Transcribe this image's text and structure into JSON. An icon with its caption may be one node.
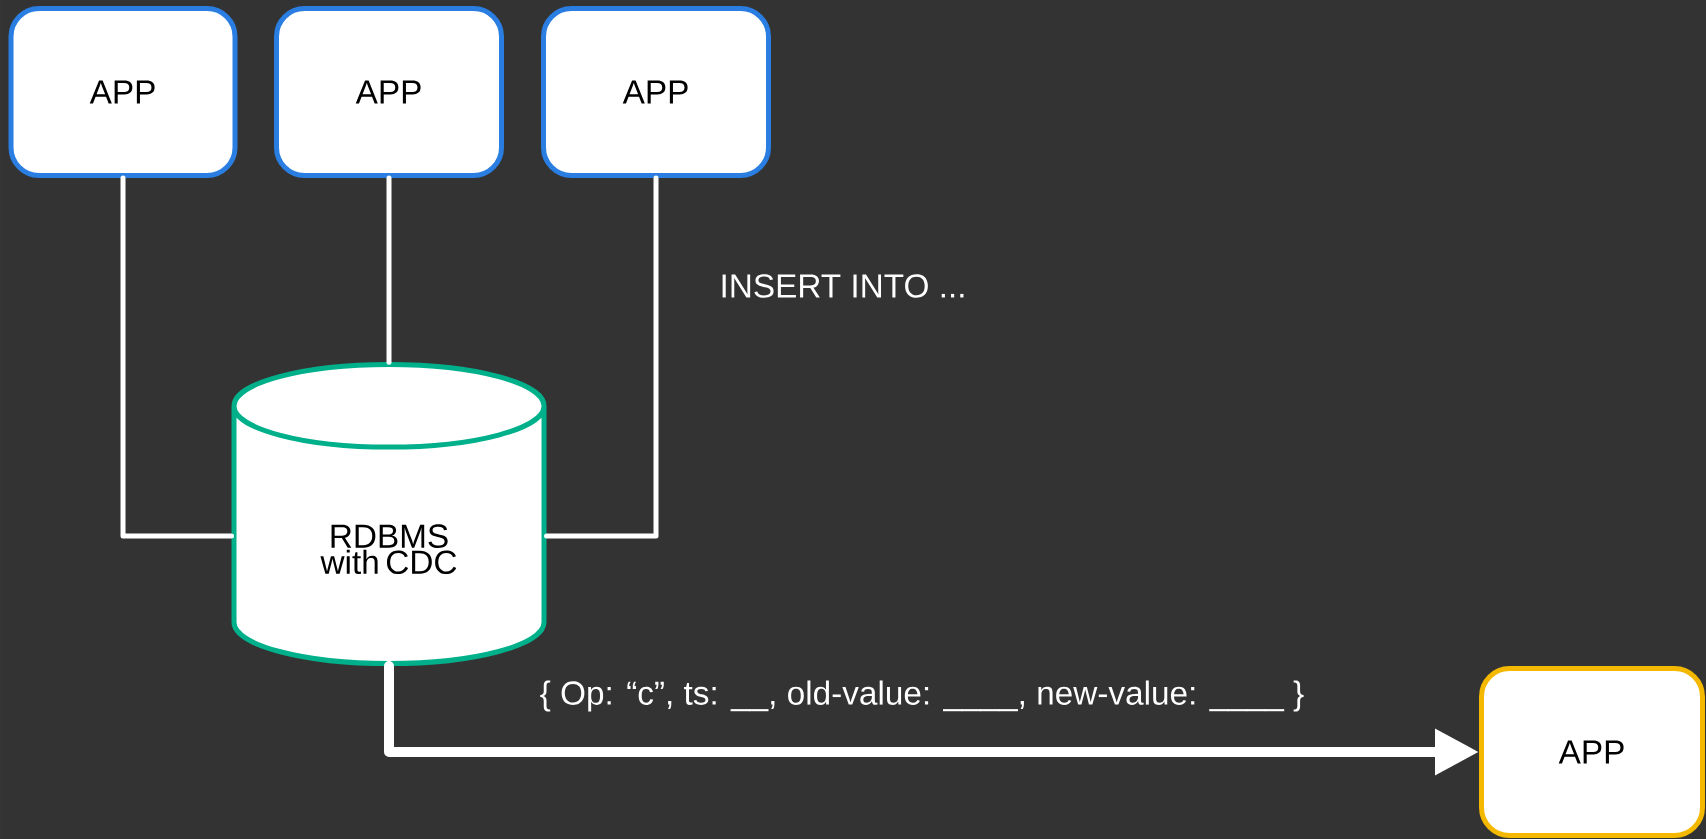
{
  "diagram": {
    "nodes": [
      {
        "text": [
          "APP"
        ]
      },
      {
        "text": [
          "APP"
        ]
      },
      {
        "text": [
          "APP"
        ]
      },
      {
        "text": [
          "RDBMS with CDC"
        ]
      },
      {
        "text": [
          "APP"
        ]
      }
    ],
    "edges": [
      {
        "from": 0,
        "to": 3,
        "arrow": "none"
      },
      {
        "from": 1,
        "to": 3,
        "arrow": "none"
      },
      {
        "from": 2,
        "to": 3,
        "arrow": "none"
      },
      {
        "from": 3,
        "to": 4,
        "arrow": "to",
        "style": "thick",
        "label": "{ Op: “c”, ts: __, old-value: ____, new-value: ____ }"
      }
    ],
    "labels": [
      "INSERT INTO ..."
    ]
  }
}
